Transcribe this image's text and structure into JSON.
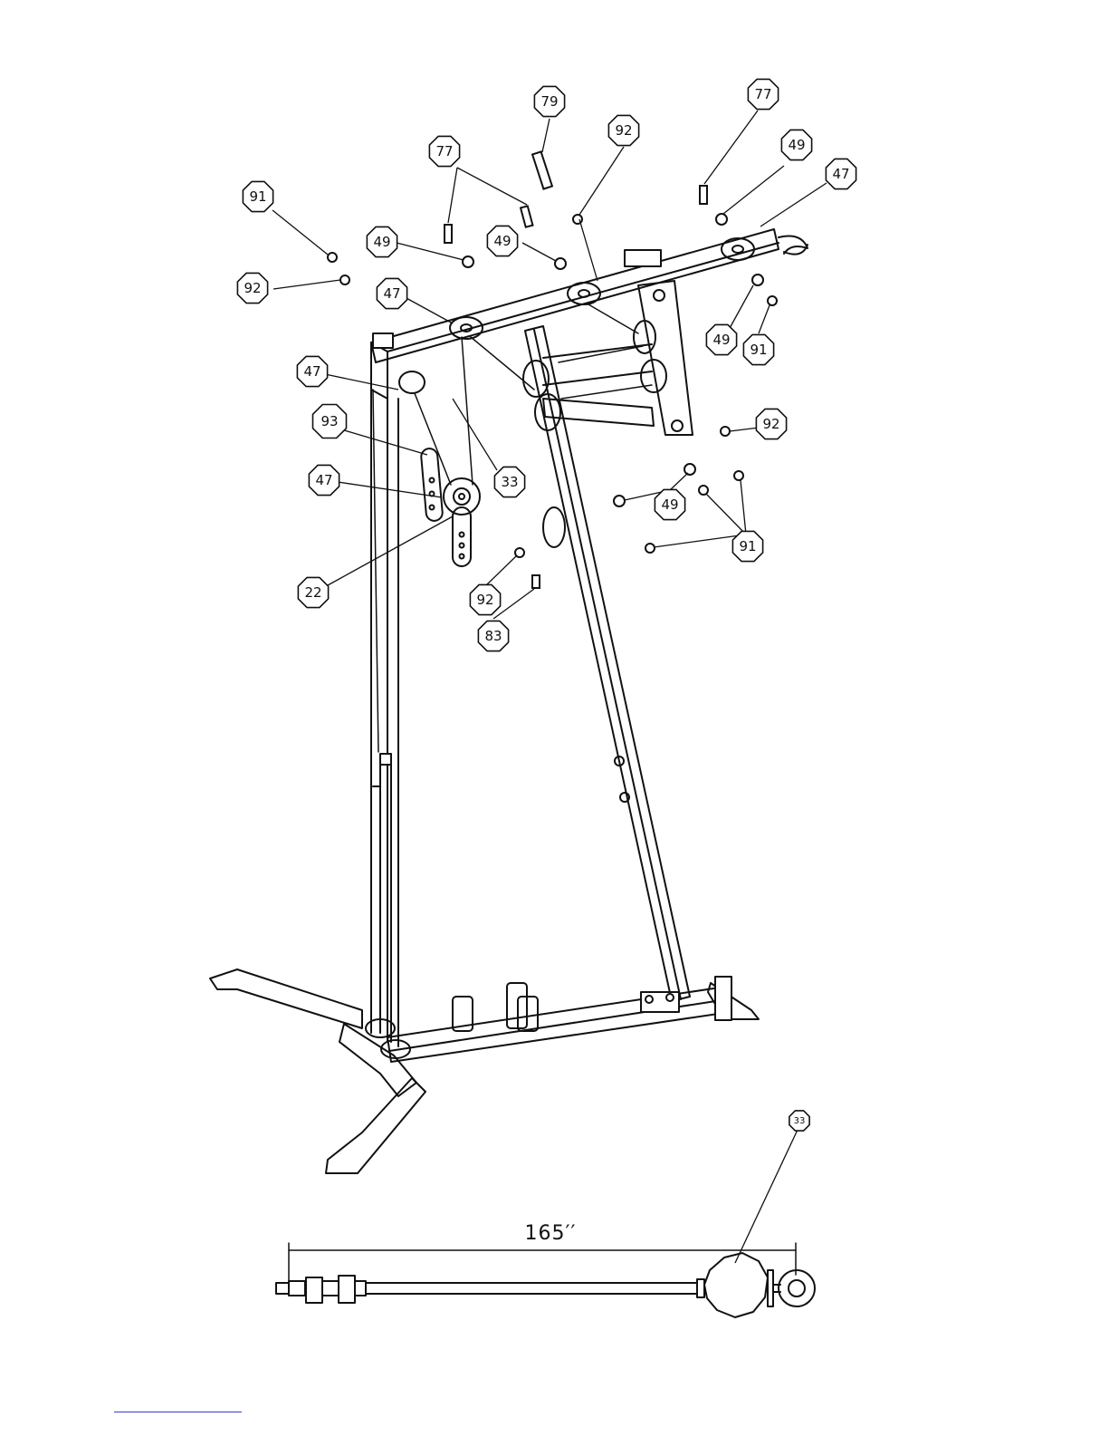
{
  "callouts": [
    {
      "id": "c1",
      "label": "79"
    },
    {
      "id": "c2",
      "label": "92"
    },
    {
      "id": "c3",
      "label": "77"
    },
    {
      "id": "c4",
      "label": "77"
    },
    {
      "id": "c5",
      "label": "49"
    },
    {
      "id": "c6",
      "label": "47"
    },
    {
      "id": "c7",
      "label": "91"
    },
    {
      "id": "c8",
      "label": "92"
    },
    {
      "id": "c9",
      "label": "49"
    },
    {
      "id": "c10",
      "label": "49"
    },
    {
      "id": "c11",
      "label": "47"
    },
    {
      "id": "c12",
      "label": "47"
    },
    {
      "id": "c13",
      "label": "93"
    },
    {
      "id": "c14",
      "label": "33"
    },
    {
      "id": "c15",
      "label": "47"
    },
    {
      "id": "c16",
      "label": "22"
    },
    {
      "id": "c17",
      "label": "92"
    },
    {
      "id": "c18",
      "label": "83"
    },
    {
      "id": "c19",
      "label": "49"
    },
    {
      "id": "c20",
      "label": "91"
    },
    {
      "id": "c21",
      "label": "92"
    },
    {
      "id": "c22",
      "label": "49"
    },
    {
      "id": "c23",
      "label": "91"
    },
    {
      "id": "c24",
      "label": "33"
    }
  ],
  "cable_detail": {
    "dimension": "165′′"
  }
}
